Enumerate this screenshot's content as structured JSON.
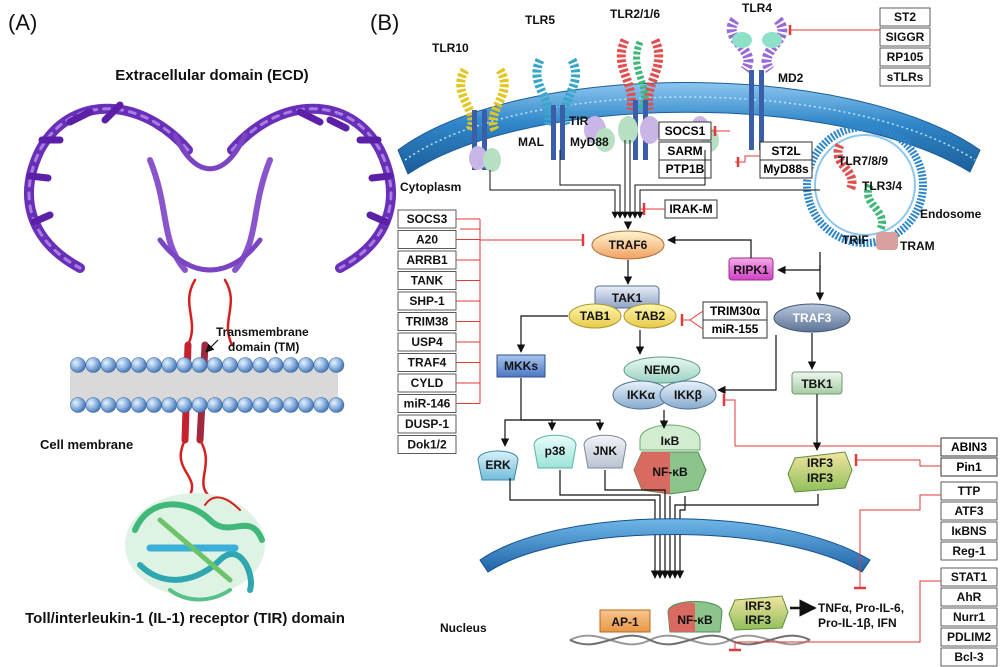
{
  "panel_a": {
    "label": "(A)",
    "ecd_title": "Extracellular domain (ECD)",
    "tm_label_line1": "Transmembrane",
    "tm_label_line2": "domain (TM)",
    "membrane_label": "Cell membrane",
    "tir_title": "Toll/interleukin-1 (IL-1) receptor (TIR) domain"
  },
  "panel_b": {
    "label": "(B)",
    "receptors": {
      "tlr10": "TLR10",
      "tlr5": "TLR5",
      "tlr216": "TLR2/1/6",
      "tlr4": "TLR4",
      "md2": "MD2",
      "tlr789": "TLR7/8/9",
      "tlr34": "TLR3/4"
    },
    "adaptors": {
      "tir": "TIR",
      "mal": "MAL",
      "myd88": "MyD88",
      "trif": "TRIF",
      "tram": "TRAM"
    },
    "compartments": {
      "cytoplasm": "Cytoplasm",
      "endosome": "Endosome",
      "nucleus": "Nucleus"
    },
    "tlr4_inhibitors": [
      "ST2",
      "SIGGR",
      "RP105",
      "sTLRs"
    ],
    "myd88_inhibitors": {
      "socs1": "SOCS1",
      "sarm": "SARM",
      "ptp1b": "PTP1B",
      "st2l": "ST2L",
      "myd88s": "MyD88s",
      "irakm": "IRAK-M"
    },
    "traf6_inhibitors": [
      "SOCS3",
      "A20",
      "ARRB1",
      "TANK",
      "SHP-1",
      "TRIM38",
      "USP4",
      "TRAF4",
      "CYLD",
      "miR-146",
      "DUSP-1",
      "Dok1/2"
    ],
    "tak_inhibitors": [
      "TRIM30α",
      "miR-155"
    ],
    "nodes": {
      "traf6": "TRAF6",
      "ripk1": "RIPK1",
      "tak1": "TAK1",
      "tab1": "TAB1",
      "tab2": "TAB2",
      "traf3": "TRAF3",
      "mkks": "MKKs",
      "nemo": "NEMO",
      "ikka": "IKKα",
      "ikkb": "IKKβ",
      "tbk1": "TBK1",
      "ikb": "IκB",
      "nfkb": "NF-κB",
      "irf3_top": "IRF3",
      "irf3_bottom": "IRF3",
      "erk": "ERK",
      "p38": "p38",
      "jnk": "JNK"
    },
    "irf3_inhibitors": [
      "ABIN3",
      "Pin1"
    ],
    "nuclear_inhibitors_top": [
      "TTP",
      "ATF3",
      "IκBNS",
      "Reg-1"
    ],
    "nuclear_inhibitors_bottom": [
      "STAT1",
      "AhR",
      "Nurr1",
      "PDLIM2",
      "Bcl-3"
    ],
    "nuclear": {
      "ap1": "AP-1",
      "nfkb": "NF-κB",
      "irf3_top": "IRF3",
      "irf3_bottom": "IRF3"
    },
    "output_line1": "TNFα, Pro-IL-6,",
    "output_line2": "Pro-IL-1β, IFN"
  },
  "colors": {
    "inhibitor_line": "#e03a3a",
    "membrane_blue": "#2f86c8",
    "ecd_purple": "#6a2fb8",
    "tm_red": "#d62020",
    "tir_green": "#3fb87a"
  }
}
